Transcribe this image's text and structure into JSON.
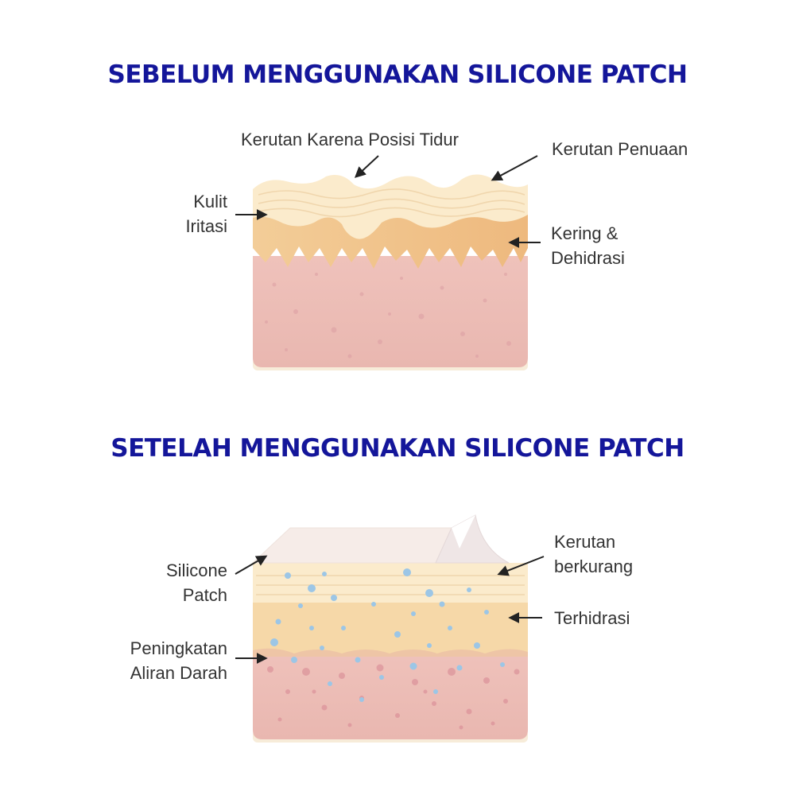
{
  "headings": {
    "before": "SEBELUM MENGGUNAKAN SILICONE PATCH",
    "after": "SETELAH MENGGUNAKAN SILICONE PATCH"
  },
  "before_labels": {
    "sleep_wrinkles": "Kerutan Karena Posisi Tidur",
    "aging_wrinkles": "Kerutan Penuaan",
    "irritated_skin": "Kulit\nIritasi",
    "dry_dehydrated": "Kering &\nDehidrasi"
  },
  "after_labels": {
    "silicone_patch": "Silicone\nPatch",
    "reduced_wrinkles": "Kerutan\nberkurang",
    "hydrated": "Terhidrasi",
    "blood_flow": "Peningkatan\nAliran Darah"
  },
  "colors": {
    "heading": "#14169a",
    "text": "#333333",
    "epidermis": "#fbeacb",
    "dry_layer": "#f1c58e",
    "dermis": "#ecbcb5",
    "hydration_dots": "#9cc6e6",
    "blood_dots": "#d98a95"
  }
}
